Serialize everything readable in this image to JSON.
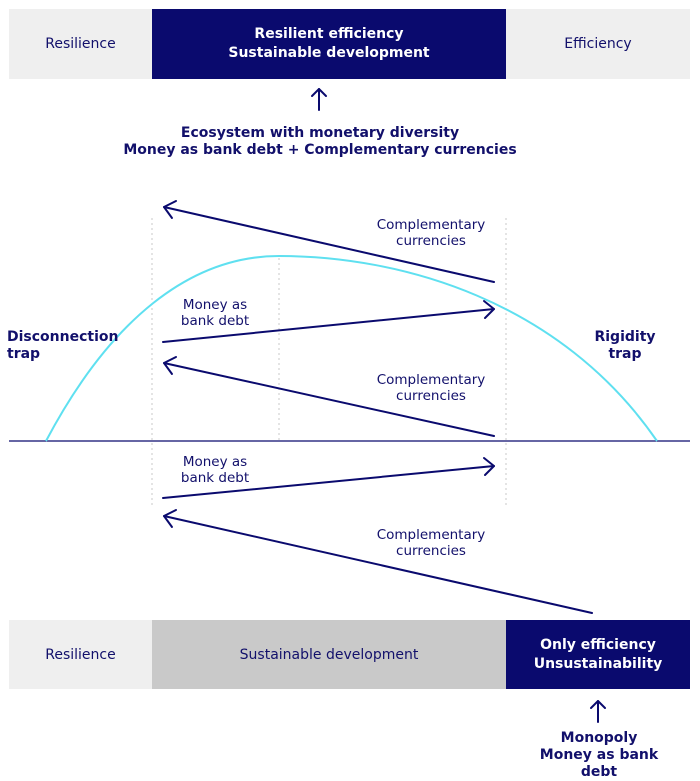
{
  "top_bar": {
    "left": "Resilience",
    "center_line1": "Resilient efficiency",
    "center_line2": "Sustainable development",
    "right": "Efficiency"
  },
  "top_caption": {
    "line1": "Ecosystem with monetary diversity",
    "line2": "Money as bank debt + Complementary currencies"
  },
  "side_labels": {
    "left_line1": "Disconnection",
    "left_line2": "trap",
    "right_line1": "Rigidity",
    "right_line2": "trap"
  },
  "flow_labels": {
    "cc1_line1": "Complementary",
    "cc1_line2": "currencies",
    "mbd1_line1": "Money as",
    "mbd1_line2": "bank debt",
    "cc2_line1": "Complementary",
    "cc2_line2": "currencies",
    "mbd2_line1": "Money as",
    "mbd2_line2": "bank debt",
    "cc3_line1": "Complementary",
    "cc3_line2": "currencies"
  },
  "bottom_bar": {
    "left": "Resilience",
    "center": "Sustainable development",
    "right_line1": "Only efficiency",
    "right_line2": "Unsustainability"
  },
  "bottom_caption": {
    "line1": "Monopoly",
    "line2": "Money as bank debt"
  },
  "colors": {
    "navy": "#0a0a6e",
    "curve": "#5fe0f0",
    "light_band": "#efefef",
    "mid_band": "#c9c9c9"
  }
}
